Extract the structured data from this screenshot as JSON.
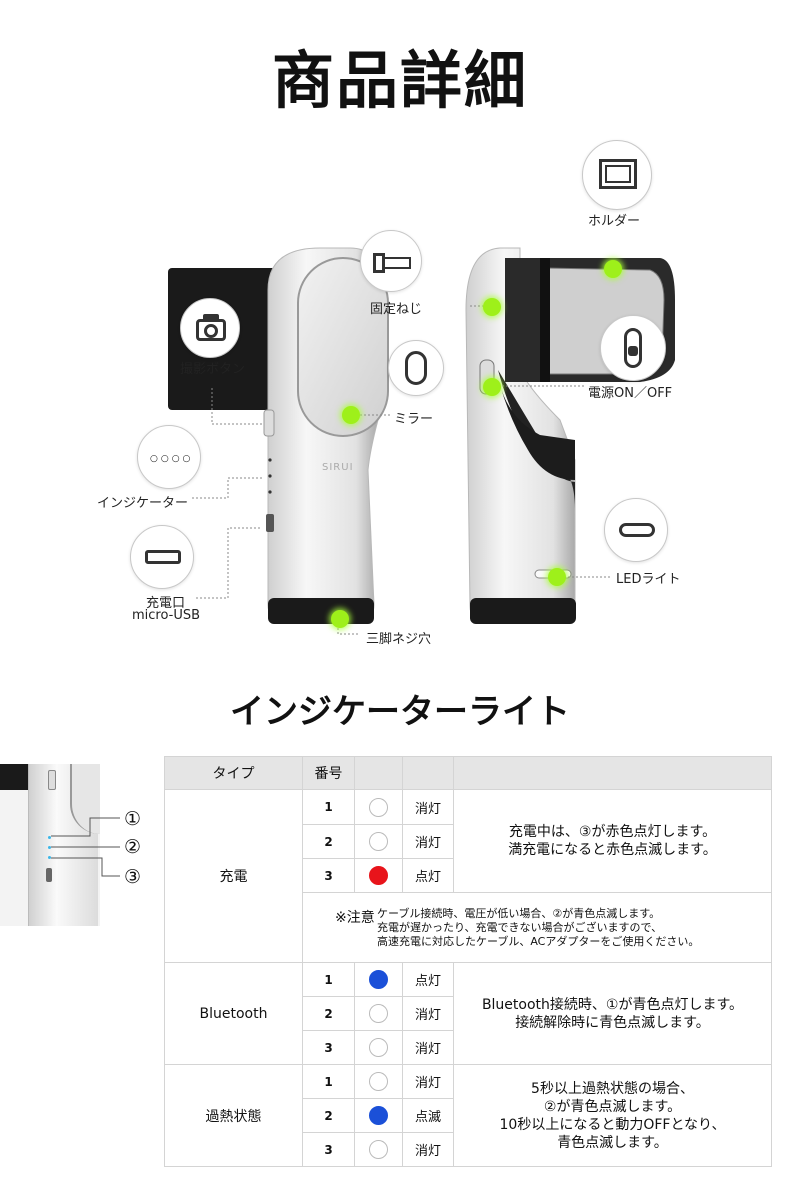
{
  "title": "商品詳細",
  "product_labels": {
    "shutter": "撮影ボタン",
    "indicator": "インジケーター",
    "charge_port": "充電口",
    "charge_port_sub": "micro-USB",
    "tripod": "三脚ネジ穴",
    "mirror": "ミラー",
    "fixing_screw": "固定ねじ",
    "holder": "ホルダー",
    "power": "電源ON／OFF",
    "led": "LEDライト",
    "brand": "SIRUI"
  },
  "section_title": "インジケーターライト",
  "thumb_numbers": [
    "①",
    "②",
    "③"
  ],
  "table": {
    "headers": [
      "タイプ",
      "番号",
      "",
      "",
      ""
    ],
    "groups": [
      {
        "type": "充電",
        "rows": [
          {
            "no": "1",
            "led": "off",
            "state": "消灯"
          },
          {
            "no": "2",
            "led": "off",
            "state": "消灯"
          },
          {
            "no": "3",
            "led": "red",
            "state": "点灯"
          }
        ],
        "desc": [
          "充電中は、③が赤色点灯します。",
          "満充電になると赤色点滅します。"
        ],
        "note_head": "※注意",
        "note": [
          "ケーブル接続時、電圧が低い場合、②が青色点滅します。",
          "充電が遅かったり、充電できない場合がございますので、",
          "高速充電に対応したケーブル、ACアダプターをご使用ください。"
        ]
      },
      {
        "type": "Bluetooth",
        "rows": [
          {
            "no": "1",
            "led": "blue",
            "state": "点灯"
          },
          {
            "no": "2",
            "led": "off",
            "state": "消灯"
          },
          {
            "no": "3",
            "led": "off",
            "state": "消灯"
          }
        ],
        "desc": [
          "Bluetooth接続時、①が青色点灯します。",
          "接続解除時に青色点滅します。"
        ]
      },
      {
        "type": "過熱状態",
        "rows": [
          {
            "no": "1",
            "led": "off",
            "state": "消灯"
          },
          {
            "no": "2",
            "led": "blue",
            "state": "点滅"
          },
          {
            "no": "3",
            "led": "off",
            "state": "消灯"
          }
        ],
        "desc": [
          "5秒以上過熱状態の場合、",
          "②が青色点滅します。",
          "10秒以上になると動力OFFとなり、",
          "青色点滅します。"
        ]
      }
    ]
  },
  "colors": {
    "highlight_dot": "#9ef01a",
    "led_red": "#e8141b",
    "led_blue": "#1b50d8"
  }
}
